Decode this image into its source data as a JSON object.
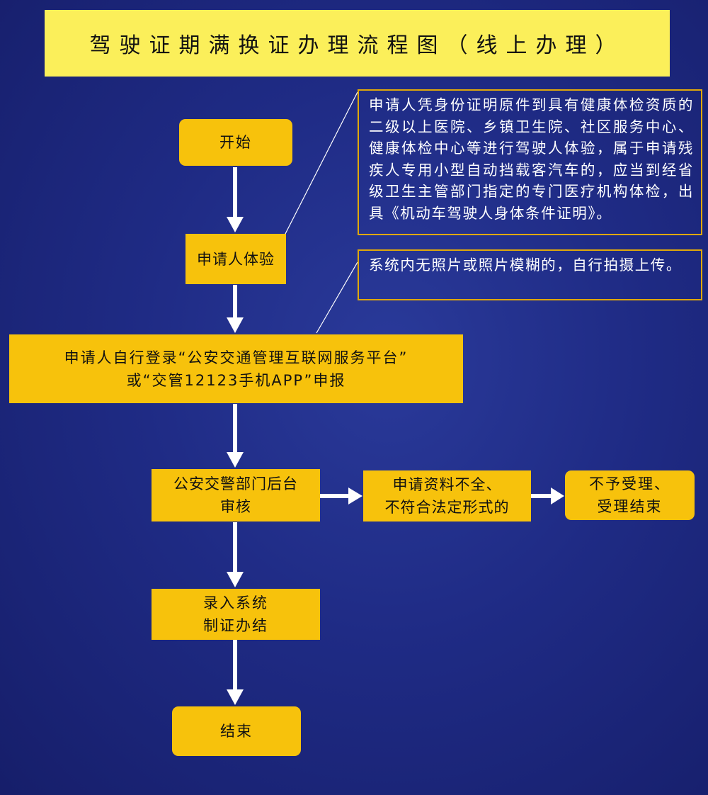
{
  "title": "驾驶证期满换证办理流程图（线上办理）",
  "nodes": {
    "start": "开始",
    "exam": "申请人体验",
    "apply_line1": "申请人自行登录“公安交通管理互联网服务平台”",
    "apply_line2": "或“交管12123手机APP”申报",
    "review_line1": "公安交警部门后台",
    "review_line2": "审核",
    "incomplete_line1": "申请资料不全、",
    "incomplete_line2": "不符合法定形式的",
    "reject_line1": "不予受理、",
    "reject_line2": "受理结束",
    "record_line1": "录入系统",
    "record_line2": "制证办结",
    "end": "结束"
  },
  "notes": {
    "exam_note": "申请人凭身份证明原件到具有健康体检资质的二级以上医院、乡镇卫生院、社区服务中心、健康体检中心等进行驾驶人体验，属于申请残疾人专用小型自动挡载客汽车的，应当到经省级卫生主管部门指定的专门医疗机构体检，出具《机动车驾驶人身体条件证明》。",
    "photo_note": "系统内无照片或照片模糊的，自行拍摄上传。"
  },
  "colors": {
    "background": "#1f2b85",
    "box": "#f7c20c",
    "title_box": "#fbef5a",
    "note_border": "#e0a80a",
    "arrow": "#ffffff"
  }
}
